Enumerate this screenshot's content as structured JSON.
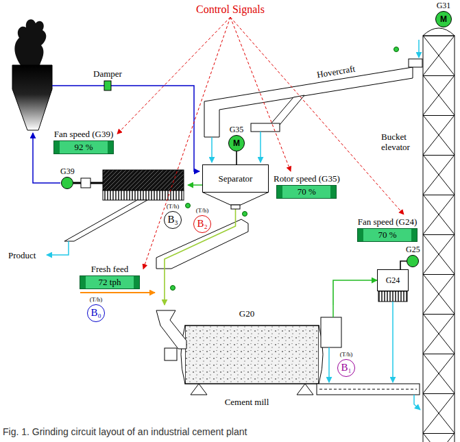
{
  "diagram": {
    "caption": "Fig. 1. Grinding circuit layout of an industrial cement plant",
    "nodes": [
      {
        "text": [
          "G31",
          "M"
        ]
      },
      {
        "text": [
          "G35",
          "M"
        ]
      },
      {
        "text": [
          "Fan speed (G39)",
          "92 %"
        ]
      },
      {
        "text": [
          "G39"
        ]
      },
      {
        "text": [
          "Separator"
        ]
      },
      {
        "text": [
          "Rotor speed (G35)",
          "70 %"
        ]
      },
      {
        "text": [
          "(T/h)",
          "B₃"
        ]
      },
      {
        "text": [
          "(T/h)",
          "B₂"
        ]
      },
      {
        "text": [
          "Fan speed (G24)",
          "70 %"
        ]
      },
      {
        "text": [
          "G25"
        ]
      },
      {
        "text": [
          "Fresh feed",
          "72 tph"
        ]
      },
      {
        "text": [
          "G24"
        ]
      },
      {
        "text": [
          "(T/h)",
          "B₀"
        ]
      },
      {
        "text": [
          "G20",
          "Cement mill"
        ]
      },
      {
        "text": [
          "(T/h)",
          "B₁"
        ]
      }
    ],
    "edges": [
      {
        "from": 1,
        "to": 4,
        "arrow": "none"
      },
      {
        "from": 4,
        "to": 13,
        "arrow": "to"
      },
      {
        "from": 13,
        "to": 11,
        "arrow": "to"
      },
      {
        "from": 9,
        "to": 11,
        "arrow": "none"
      }
    ],
    "labels": [
      "Control Signals",
      "Damper",
      "Hovercraft",
      "Bucket elevator",
      "Product"
    ]
  }
}
